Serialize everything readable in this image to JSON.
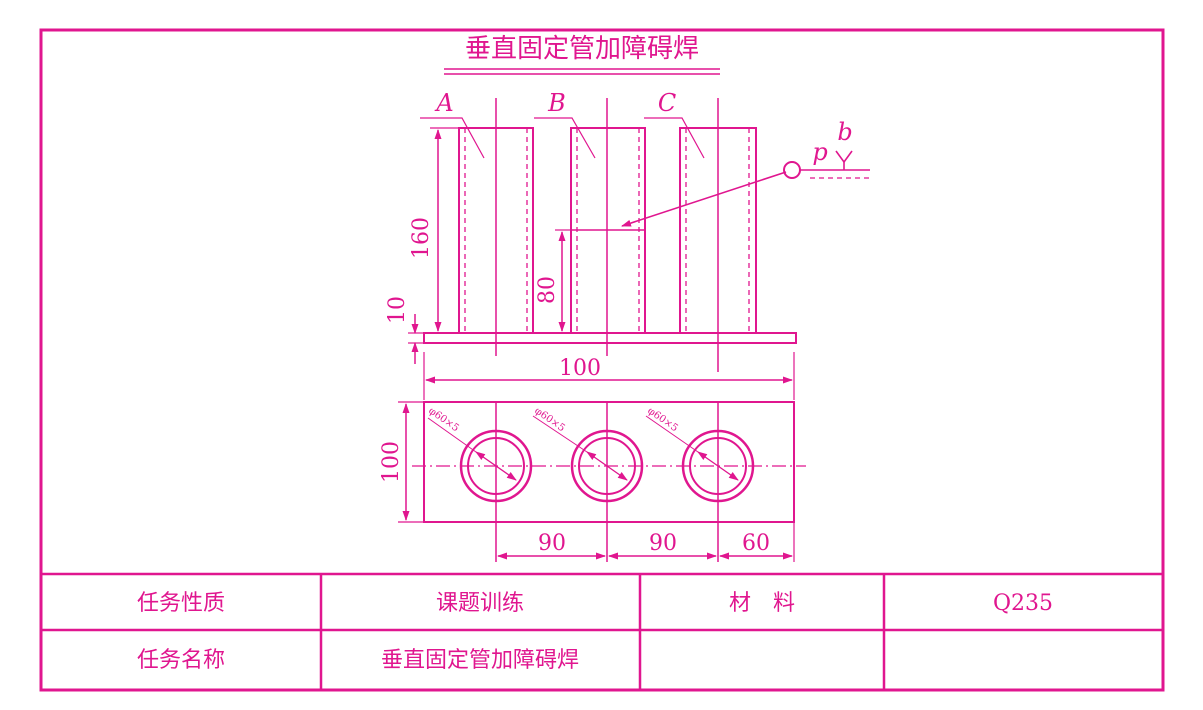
{
  "title": "垂直固定管加障碍焊",
  "colors": {
    "ink": "#e0168f",
    "background": "#ffffff"
  },
  "drawing": {
    "pipe_labels": [
      "A",
      "B",
      "C"
    ],
    "weld_symbol": {
      "p": "p",
      "b": "b"
    },
    "dims": {
      "height_160": "160",
      "height_80": "80",
      "plate_10": "10",
      "width_100": "100",
      "depth_100": "100",
      "spacing_1": "90",
      "spacing_2": "90",
      "edge_60": "60",
      "pipe_spec": "φ60×5"
    }
  },
  "table": {
    "row1": {
      "label": "任务性质",
      "value": "课题训练",
      "material_label": "材　料",
      "material_value": "Q235"
    },
    "row2": {
      "label": "任务名称",
      "value": "垂直固定管加障碍焊",
      "c3": "",
      "c4": ""
    }
  }
}
